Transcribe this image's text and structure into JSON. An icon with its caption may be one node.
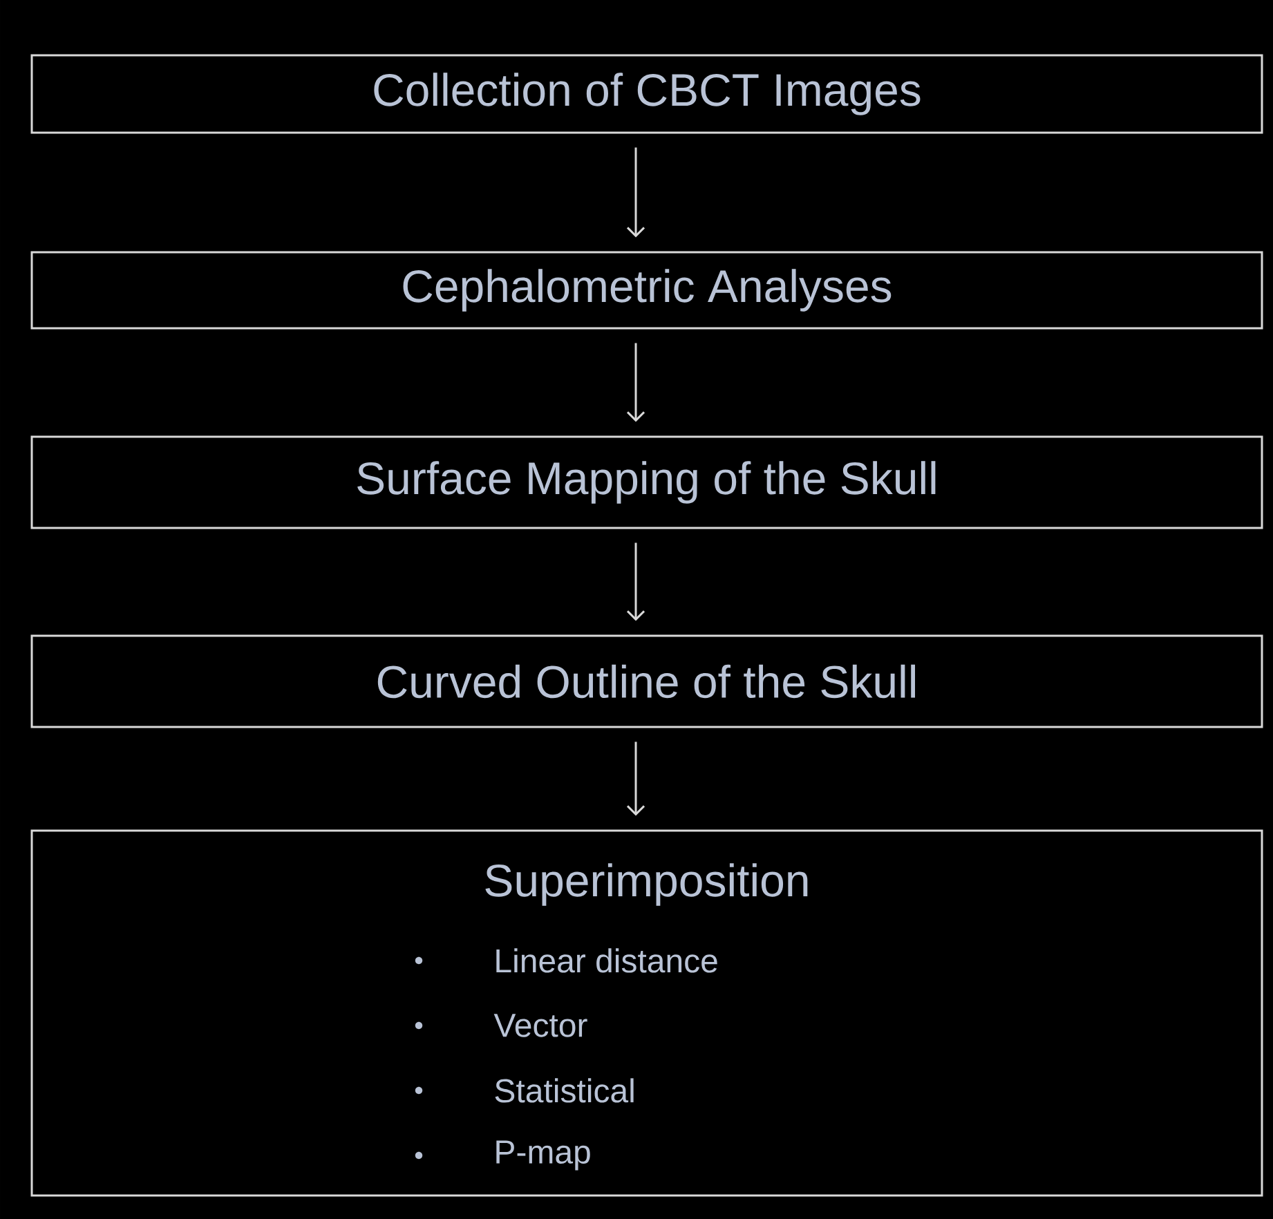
{
  "diagram": {
    "nodes": [
      {
        "text": [
          "Collection of CBCT Images"
        ]
      },
      {
        "text": [
          "Cephalometric Analyses"
        ]
      },
      {
        "text": [
          "Surface Mapping of the Skull"
        ]
      },
      {
        "text": [
          "Curved Outline of the Skull"
        ]
      },
      {
        "text": [
          "Superimposition",
          "Linear distance",
          "Vector",
          "Statistical",
          "P-map"
        ]
      }
    ],
    "edges": [
      {
        "from": 0,
        "to": 1,
        "arrow": "to"
      },
      {
        "from": 1,
        "to": 2,
        "arrow": "to"
      },
      {
        "from": 2,
        "to": 3,
        "arrow": "to"
      },
      {
        "from": 3,
        "to": 4,
        "arrow": "to"
      }
    ]
  }
}
